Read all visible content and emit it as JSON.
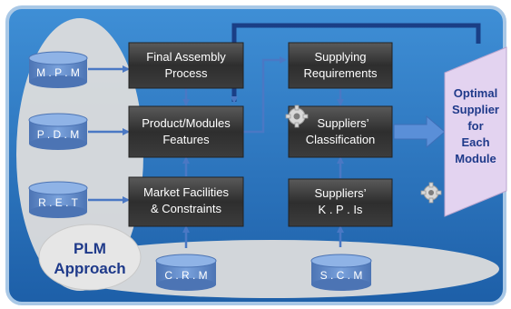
{
  "colors": {
    "panel_top": "#3f8fd6",
    "panel_bottom": "#1d5fa8",
    "panel_border": "#a9c8e6",
    "box_fill": "#3a3a3a",
    "box_text": "#ffffff",
    "cylinder_fill": "#5b86c6",
    "cylinder_text": "#ffffff",
    "ellipse_fill": "#dcdcdc",
    "arrow": "#4a78c4",
    "optimal_fill": "#e3d3f0",
    "optimal_text": "#1f3a8a",
    "plm_text": "#1f3a8a",
    "gear": "#d8d8d8"
  },
  "data_sources": {
    "mpm": "M . P . M",
    "pdm": "P . D . M",
    "ret": "R . E . T",
    "crm": "C . R . M",
    "scm": "S . C . M"
  },
  "boxes": {
    "final_assembly": [
      "Final Assembly",
      "Process"
    ],
    "product_modules": [
      "Product/Modules",
      "Features"
    ],
    "market_facilities": [
      "Market Facilities",
      "& Constraints"
    ],
    "supplying_requirements": [
      "Supplying",
      "Requirements"
    ],
    "suppliers_classification": [
      "Suppliers’",
      "Classification"
    ],
    "suppliers_kpis": [
      "Suppliers’",
      "K . P . Is"
    ]
  },
  "output": {
    "lines": [
      "Optimal",
      "Supplier",
      "for",
      "Each",
      "Module"
    ]
  },
  "plm": {
    "lines": [
      "PLM",
      "Approach"
    ]
  },
  "icons": [
    "gear-icon",
    "gear-icon"
  ]
}
